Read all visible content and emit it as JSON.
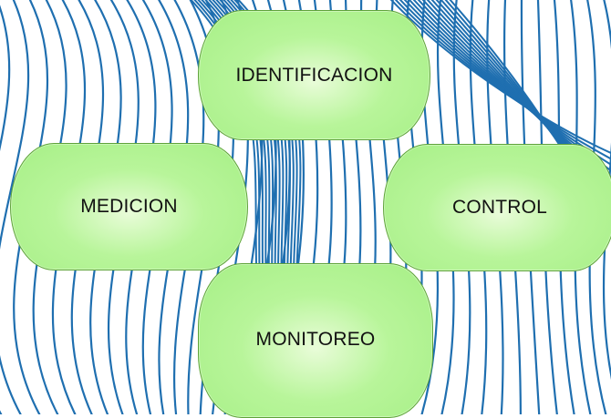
{
  "diagram": {
    "nodes": [
      {
        "id": "identificacion",
        "label": "IDENTIFICACION"
      },
      {
        "id": "medicion",
        "label": "MEDICION"
      },
      {
        "id": "control",
        "label": "CONTROL"
      },
      {
        "id": "monitoreo",
        "label": "MONITOREO"
      }
    ]
  },
  "colors": {
    "background_lines": "#1f6fb0",
    "node_fill_center": "#e9fcd9",
    "node_fill_edge": "#a6ef86",
    "node_border": "#5fa33a"
  }
}
